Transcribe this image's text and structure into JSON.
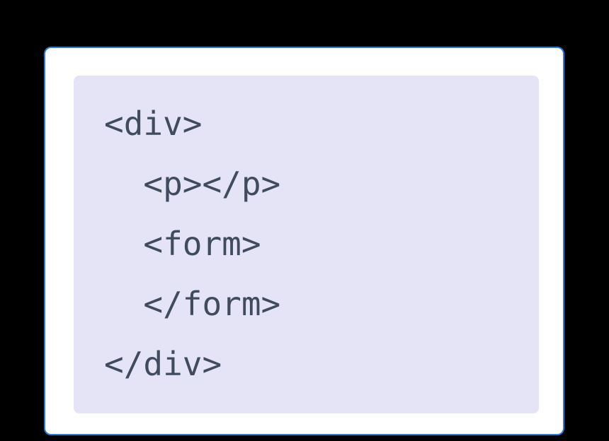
{
  "colors": {
    "accent": "#2b7cd9",
    "card-bg": "#ffffff",
    "code-bg": "#e4e4f6",
    "code-text": "#404b5e",
    "page-bg": "#000000"
  },
  "code_block": {
    "language": "html",
    "lines": [
      "<div>",
      "  <p></p>",
      "  <form>",
      "  </form>",
      "</div>"
    ]
  }
}
